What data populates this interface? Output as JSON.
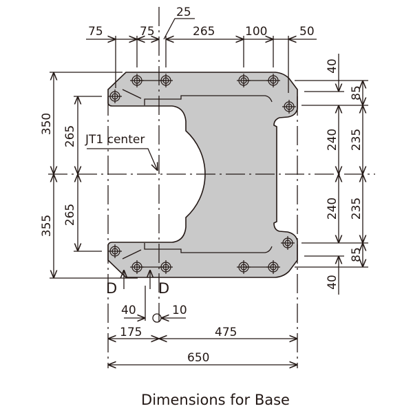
{
  "title": "Dimensions for Base",
  "labels": {
    "jt1_center": "JT1 center",
    "section_mark_left": "D",
    "section_mark_right": "D"
  },
  "top_dims": [
    "75",
    "75",
    "25",
    "265",
    "100",
    "50"
  ],
  "left_dims": {
    "outer_top": "350",
    "outer_bottom": "355",
    "inner_top": "265",
    "inner_bottom": "265"
  },
  "right_dims_inner": {
    "top_offset": "40",
    "top_span": "240",
    "bottom_span": "240",
    "bottom_offset": "40"
  },
  "right_dims_outer": {
    "top_lug": "85",
    "top_span": "235",
    "bottom_span": "235",
    "bottom_lug": "85"
  },
  "bottom_dims": {
    "hole_offset": "40",
    "hole_gap": "10",
    "left_span": "175",
    "right_span": "475",
    "overall": "650"
  },
  "colors": {
    "plate": "#c9c9c9",
    "line": "#231815"
  }
}
